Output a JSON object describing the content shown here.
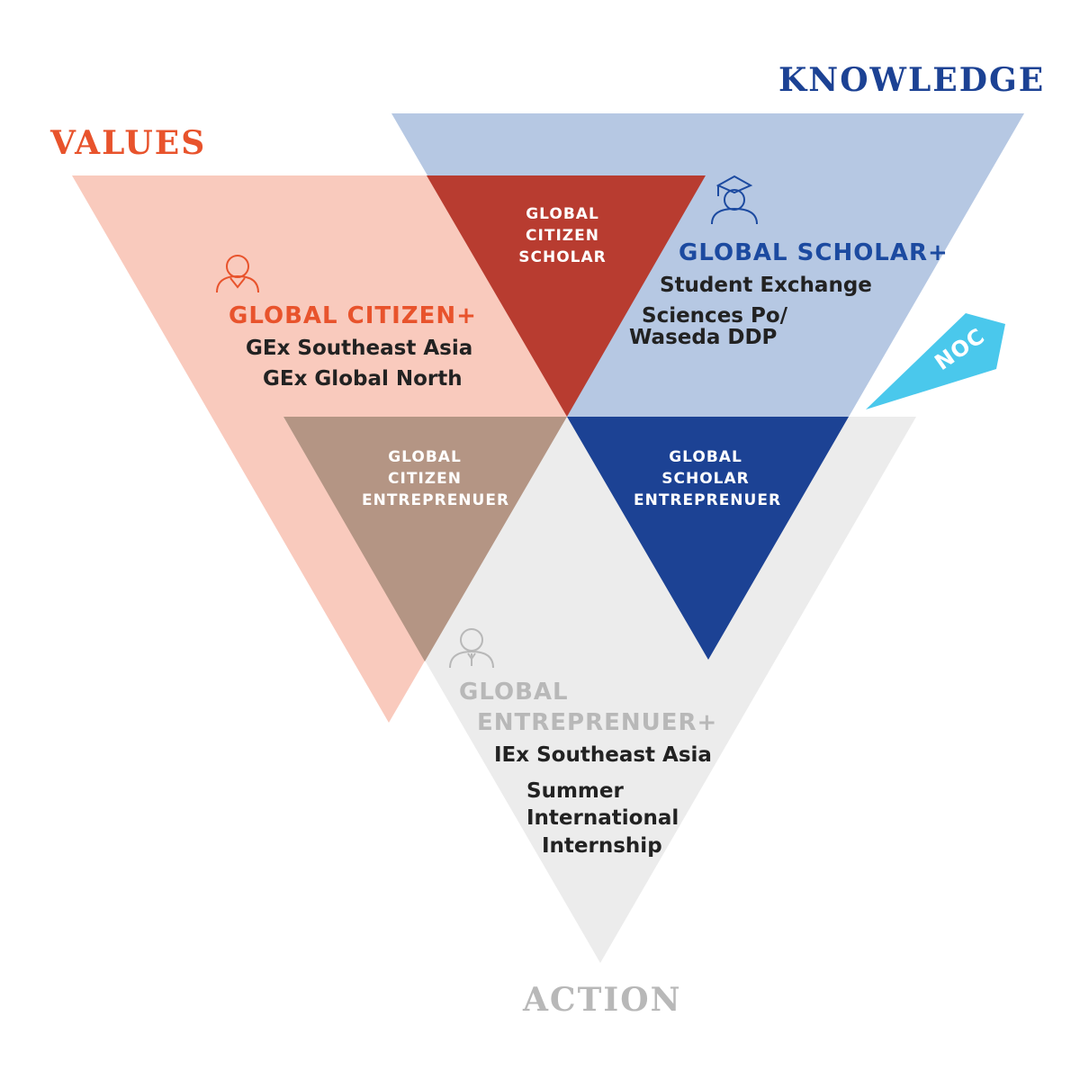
{
  "axes": {
    "values": "VALUES",
    "knowledge": "KNOWLEDGE",
    "action": "ACTION"
  },
  "colors": {
    "values": "#f9cabd",
    "knowledge": "#b6c8e3",
    "action": "#ececec",
    "citizen_scholar": "#b83c30",
    "citizen_entrepreneur": "#b49584",
    "scholar_entrepreneur": "#1c4294",
    "noc": "#4ac8ec",
    "orange": "#e8532c",
    "blue": "#1c4aa0",
    "gray": "#b8b8b8"
  },
  "overlaps": {
    "citizen_scholar": [
      "GLOBAL",
      "CITIZEN",
      "SCHOLAR"
    ],
    "citizen_entrepreneur": [
      "GLOBAL",
      "CITIZEN",
      "ENTREPRENUER"
    ],
    "scholar_entrepreneur": [
      "GLOBAL",
      "SCHOLAR",
      "ENTREPRENUER"
    ]
  },
  "citizen": {
    "title": "GLOBAL CITIZEN+",
    "items": [
      "GEx Southeast Asia",
      "GEx Global North"
    ],
    "icon": "person-icon"
  },
  "scholar": {
    "title": "GLOBAL SCHOLAR+",
    "items": [
      "Student Exchange",
      "Sciences Po/",
      "Waseda DDP"
    ],
    "icon": "graduate-icon"
  },
  "entrepreneur": {
    "title_line1": "GLOBAL",
    "title_line2": "ENTREPRENUER+",
    "items": [
      "IEx Southeast Asia",
      "Summer",
      "International",
      "Internship"
    ],
    "icon": "businessperson-icon"
  },
  "noc": "NOC"
}
